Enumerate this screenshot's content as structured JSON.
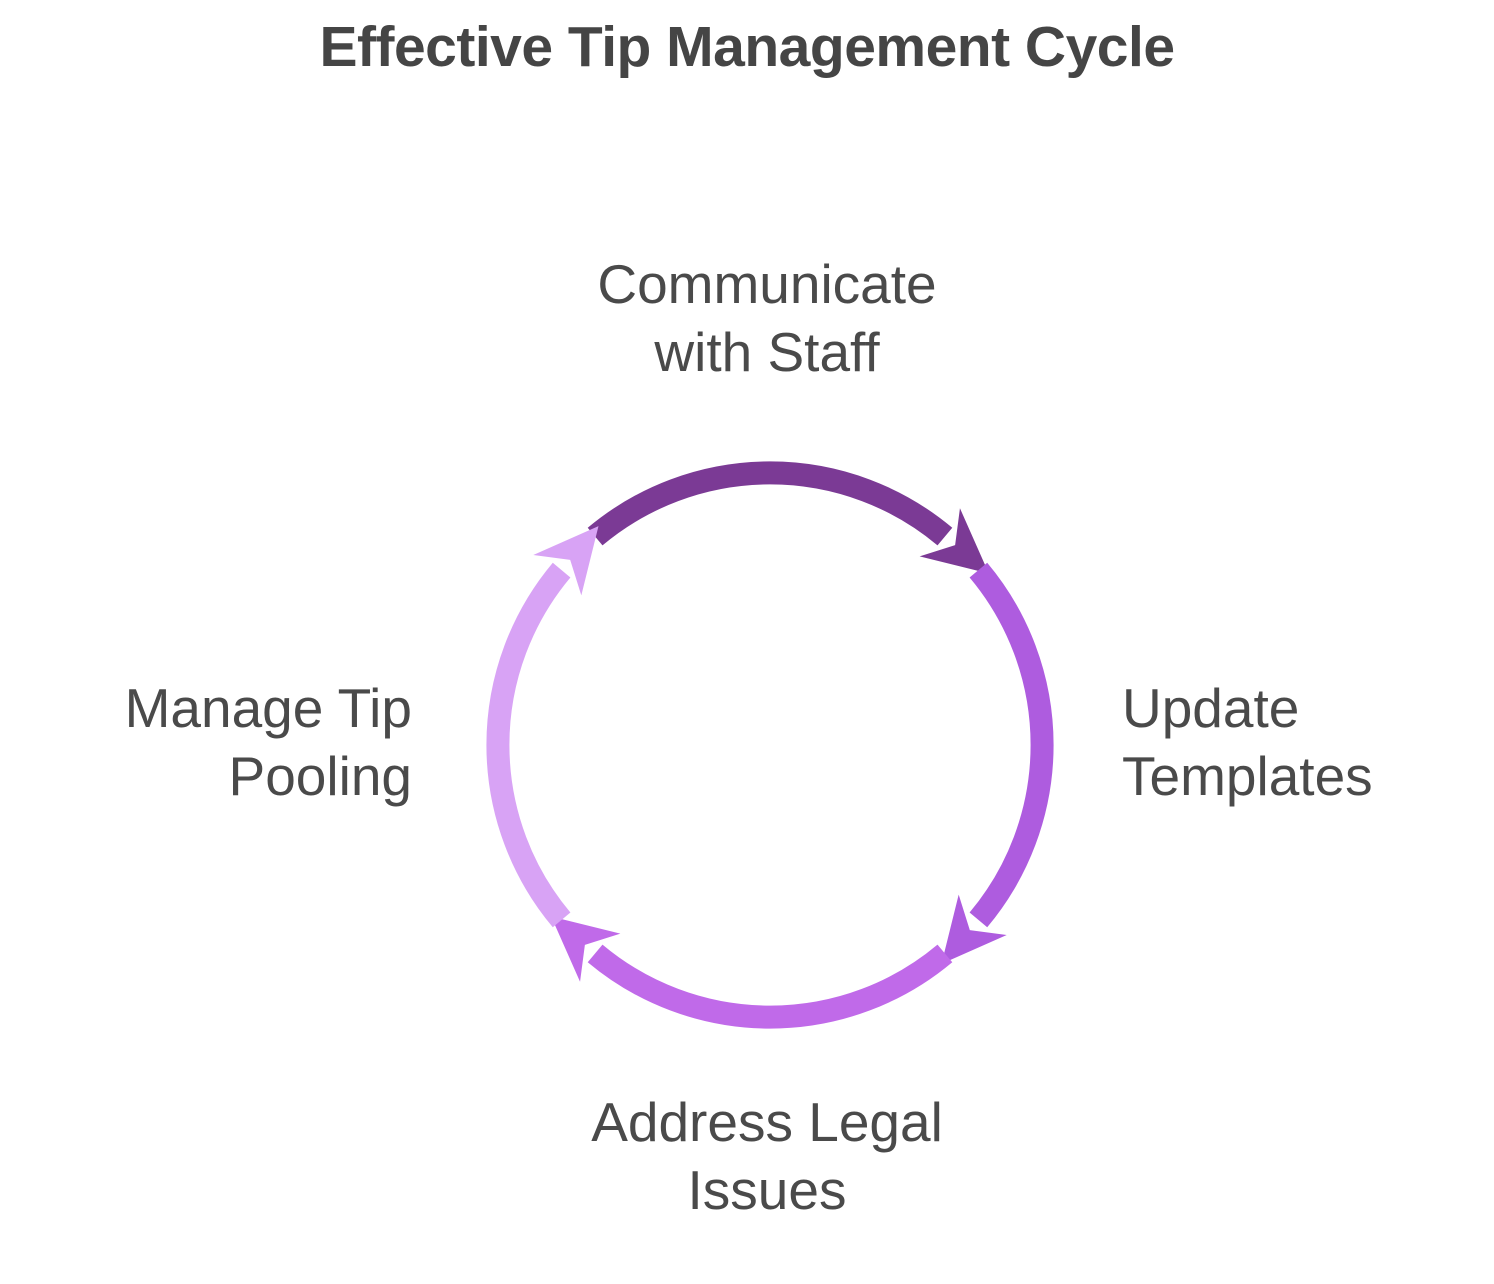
{
  "title": "Effective Tip Management Cycle",
  "colors": {
    "title_text": "#454545",
    "label_text": "#4a4a4a",
    "background": "#ffffff"
  },
  "cycle": {
    "type": "circular-cycle",
    "direction": "clockwise",
    "steps": [
      {
        "id": "communicate-with-staff",
        "position": "top",
        "label": "Communicate with Staff",
        "lines": [
          "Communicate",
          "with Staff"
        ],
        "arc_color": "#7b3a95"
      },
      {
        "id": "update-templates",
        "position": "right",
        "label": "Update Templates",
        "lines": [
          "Update",
          "Templates"
        ],
        "arc_color": "#ae5cdf"
      },
      {
        "id": "address-legal-issues",
        "position": "bottom",
        "label": "Address Legal Issues",
        "lines": [
          "Address Legal",
          "Issues"
        ],
        "arc_color": "#c06ae9"
      },
      {
        "id": "manage-tip-pooling",
        "position": "left",
        "label": "Manage Tip Pooling",
        "lines": [
          "Manage Tip",
          "Pooling"
        ],
        "arc_color": "#d8a3f5"
      }
    ]
  }
}
